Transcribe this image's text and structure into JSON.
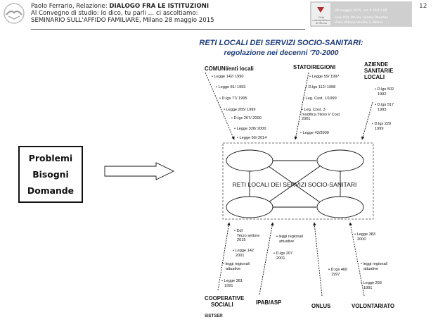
{
  "header": {
    "line1_prefix": "Paolo Ferrario, Relazione: ",
    "line1_bold": "DIALOGO FRA LE ISTITUZIONI",
    "line2": "Al Convegno di studio: Io dico, tu parli … ci ascoltiamo:",
    "line3": "SEMINARIO SULL'AFFIDO FAMILIARE, Milano 28 maggio 2015",
    "page_number": "12",
    "banner_lines": [
      "28 maggio 2015, ore 8.30/13.00",
      "Sala Alda Merini, Spazio Oberdan",
      "Viale Vittorio Veneto 2, Milano"
    ],
    "banner_logo_text": "Città metropolitana di Milano"
  },
  "title": {
    "line1": "RETI LOCALI DEI SERVIZI SOCIO-SANITARI:",
    "line2": "regolazione nei decenni '70-2000"
  },
  "left_box": {
    "words": [
      "Problemi",
      "Bisogni",
      "Domande"
    ]
  },
  "center_label": "RETI  LOCALI  DEI SERVIZI SOCIO-SANITARI",
  "top_groups": {
    "comuni": {
      "label": "COMUNI/enti locali",
      "items": [
        "Legge 142/ 1990",
        "Legge 81/ 1993",
        "D.lgs 77/ 1995",
        "Legge 265/ 1999",
        "D.lgs 267/ 2000",
        "Legge 328/ 2000",
        "Legge 56/ 2014"
      ]
    },
    "stato": {
      "label": "STATO/REGIONI",
      "items": [
        "Legge 59/ 1997",
        "D.lgs 112/ 1998",
        "Leg. Cost. 1/1999",
        "Leg. Cost. 3",
        "modifica Titolo V Cost",
        "2001",
        "Legge 42/2009"
      ]
    },
    "aziende": {
      "label_lines": [
        "AZIENDE",
        "SANITARIE",
        "LOCALI"
      ],
      "items": [
        "D.lgs 502",
        "1992",
        "D.lgs 517",
        "1993",
        "D.lgs 229",
        "1999"
      ]
    }
  },
  "bottom_groups": {
    "cooperative": {
      "label_lines": [
        "COOPERATIVE",
        "SOCIALI"
      ],
      "items": [
        "Ddl",
        "Terzo settore",
        "2015",
        "Legge 142",
        "2001",
        "leggi regionali",
        "attuative",
        "Legge 381",
        "1991"
      ]
    },
    "ipab": {
      "label": "IPAB/ASP",
      "items": [
        "leggi regionali",
        "attuative",
        "D.lgs 207",
        "2001"
      ]
    },
    "onlus": {
      "label": "ONLUS",
      "items": [
        "D.lgs 460",
        "1997"
      ]
    },
    "volontariato": {
      "label": "VOLONTARIATO",
      "items": [
        "Legge 383",
        "2000",
        "leggi regionali",
        "attuative",
        "Legge 266",
        "1991"
      ]
    }
  },
  "footer_note": "SISTSER",
  "colors": {
    "title": "#1f3d7a",
    "banner": "#cfcfcf",
    "text": "#111111"
  }
}
